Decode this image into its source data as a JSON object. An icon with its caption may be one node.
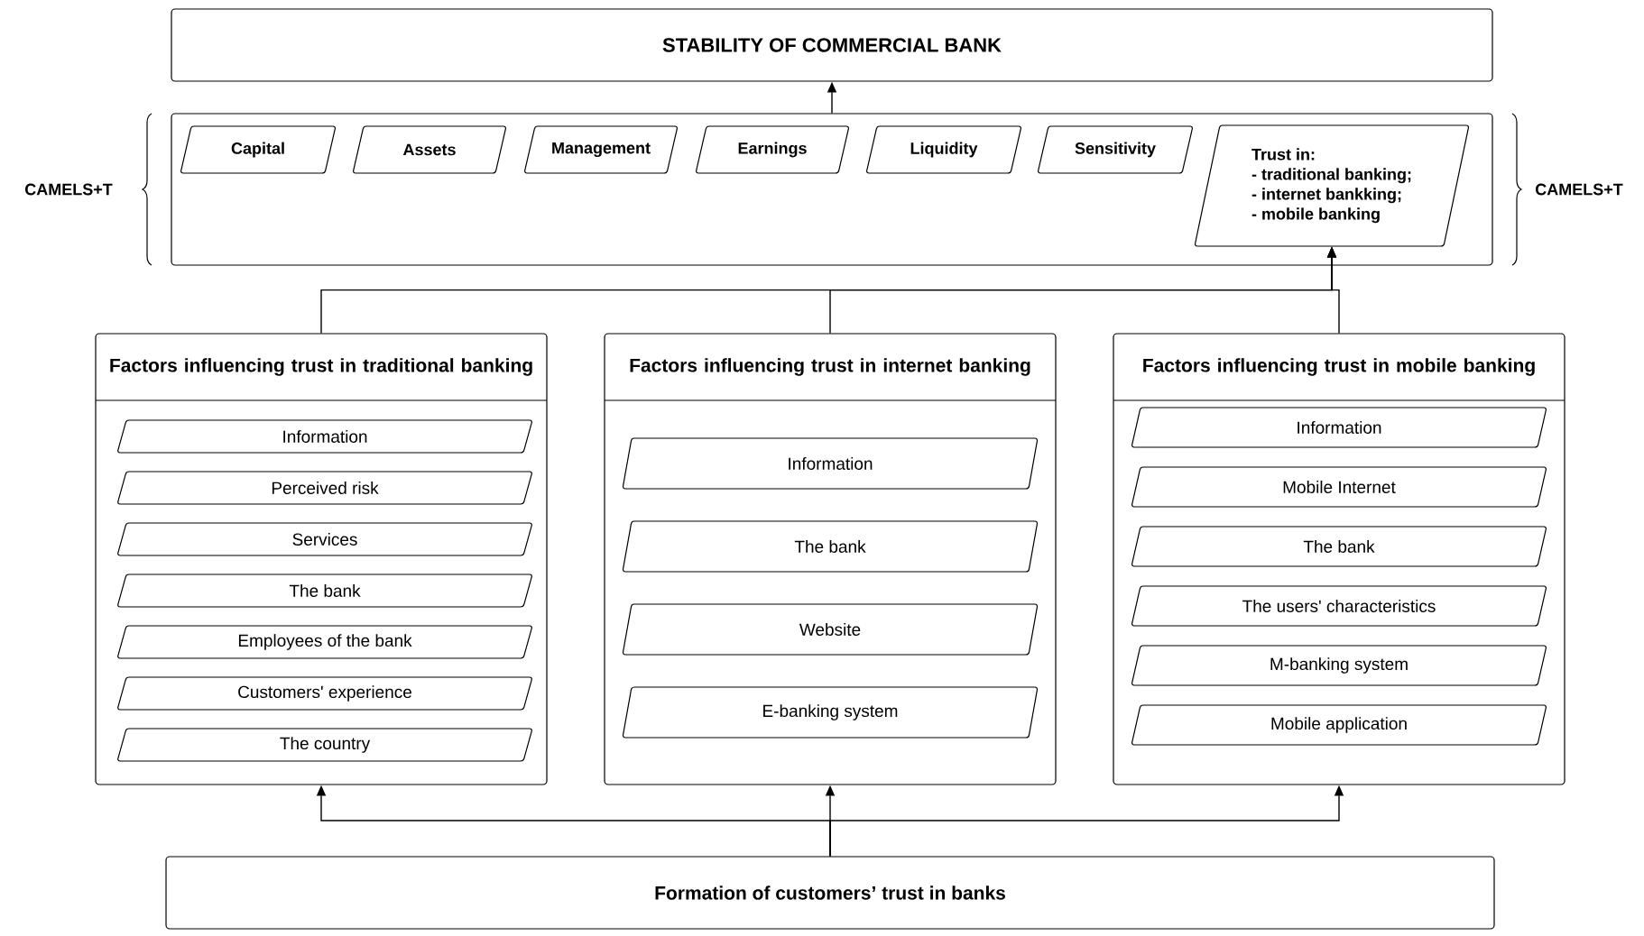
{
  "diagram": {
    "nodes": [
      {
        "text": [
          "STABILITY OF COMMERCIAL BANK"
        ]
      },
      {
        "text": [],
        "shape": "box"
      },
      {
        "text": [
          "Capital"
        ],
        "in": 1
      },
      {
        "text": [
          "Assets"
        ],
        "in": 1
      },
      {
        "text": [
          "Management"
        ],
        "in": 1
      },
      {
        "text": [
          "Earnings"
        ],
        "in": 1
      },
      {
        "text": [
          "Liquidity"
        ],
        "in": 1
      },
      {
        "text": [
          "Sensitivity"
        ],
        "in": 1
      },
      {
        "text": [
          "Trust in:",
          "- traditional banking;",
          "- internet bankking;",
          "- mobile banking"
        ],
        "in": 1
      },
      {
        "text": [
          "Factors influencing trust in traditional banking"
        ]
      },
      {
        "text": [
          "Information"
        ],
        "in": 9
      },
      {
        "text": [
          "Perceived risk"
        ],
        "in": 9
      },
      {
        "text": [
          "Services"
        ],
        "in": 9
      },
      {
        "text": [
          "The bank"
        ],
        "in": 9
      },
      {
        "text": [
          "Employees of the bank"
        ],
        "in": 9
      },
      {
        "text": [
          "Customers' experience"
        ],
        "in": 9
      },
      {
        "text": [
          "The country"
        ],
        "in": 9
      },
      {
        "text": [
          "Factors influencing trust in internet banking"
        ]
      },
      {
        "text": [
          "Information"
        ],
        "in": 17
      },
      {
        "text": [
          "The bank"
        ],
        "in": 17
      },
      {
        "text": [
          "Website"
        ],
        "in": 17
      },
      {
        "text": [
          "E-banking system"
        ],
        "in": 17
      },
      {
        "text": [
          "Factors influencing trust in mobile banking"
        ]
      },
      {
        "text": [
          "Information"
        ],
        "in": 22
      },
      {
        "text": [
          "Mobile Internet"
        ],
        "in": 22
      },
      {
        "text": [
          "The bank"
        ],
        "in": 22
      },
      {
        "text": [
          "The users' characteristics"
        ],
        "in": 22
      },
      {
        "text": [
          "M-banking system"
        ],
        "in": 22
      },
      {
        "text": [
          "Mobile application"
        ],
        "in": 22
      },
      {
        "text": [
          "Formation of customers’ trust in banks"
        ]
      }
    ],
    "edges": [
      {
        "from": 1,
        "to": 0,
        "arrow": "to"
      },
      {
        "from": 9,
        "to": 8,
        "arrow": "to"
      },
      {
        "from": 17,
        "to": 8,
        "arrow": "to"
      },
      {
        "from": 22,
        "to": 8,
        "arrow": "to"
      },
      {
        "from": 29,
        "to": 9,
        "arrow": "to"
      },
      {
        "from": 29,
        "to": 17,
        "arrow": "to"
      },
      {
        "from": 29,
        "to": 22,
        "arrow": "to"
      }
    ],
    "labels": [
      "CAMELS+T",
      "CAMELS+T"
    ]
  }
}
